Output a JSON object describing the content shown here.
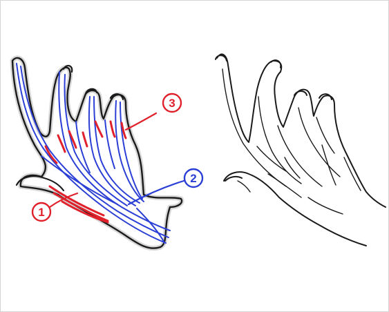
{
  "labels": {
    "one": "1",
    "two": "2",
    "three": "3"
  },
  "colors": {
    "outline": "#1a1a1a",
    "tendon_blue": "#2b3fd6",
    "muscle_red": "#e0202a",
    "frame": "#d4d4d4"
  },
  "icons": {
    "label_one": "circled-number-icon",
    "label_two": "circled-number-icon",
    "label_three": "circled-number-icon"
  }
}
